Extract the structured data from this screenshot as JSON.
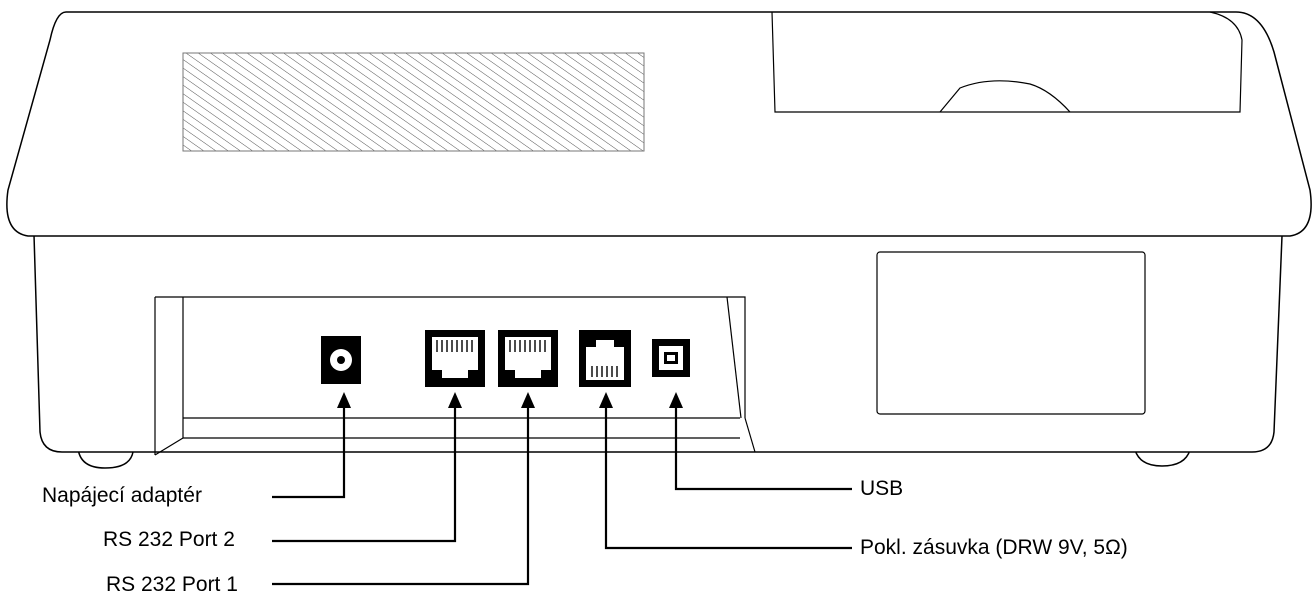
{
  "diagram": {
    "labels": {
      "power_adapter": "Napájecí adaptér",
      "rs232_port2": "RS 232 Port 2",
      "rs232_port1": "RS 232 Port 1",
      "usb": "USB",
      "cash_drawer": "Pokl. zásuvka (DRW 9V, 5Ω)"
    }
  }
}
